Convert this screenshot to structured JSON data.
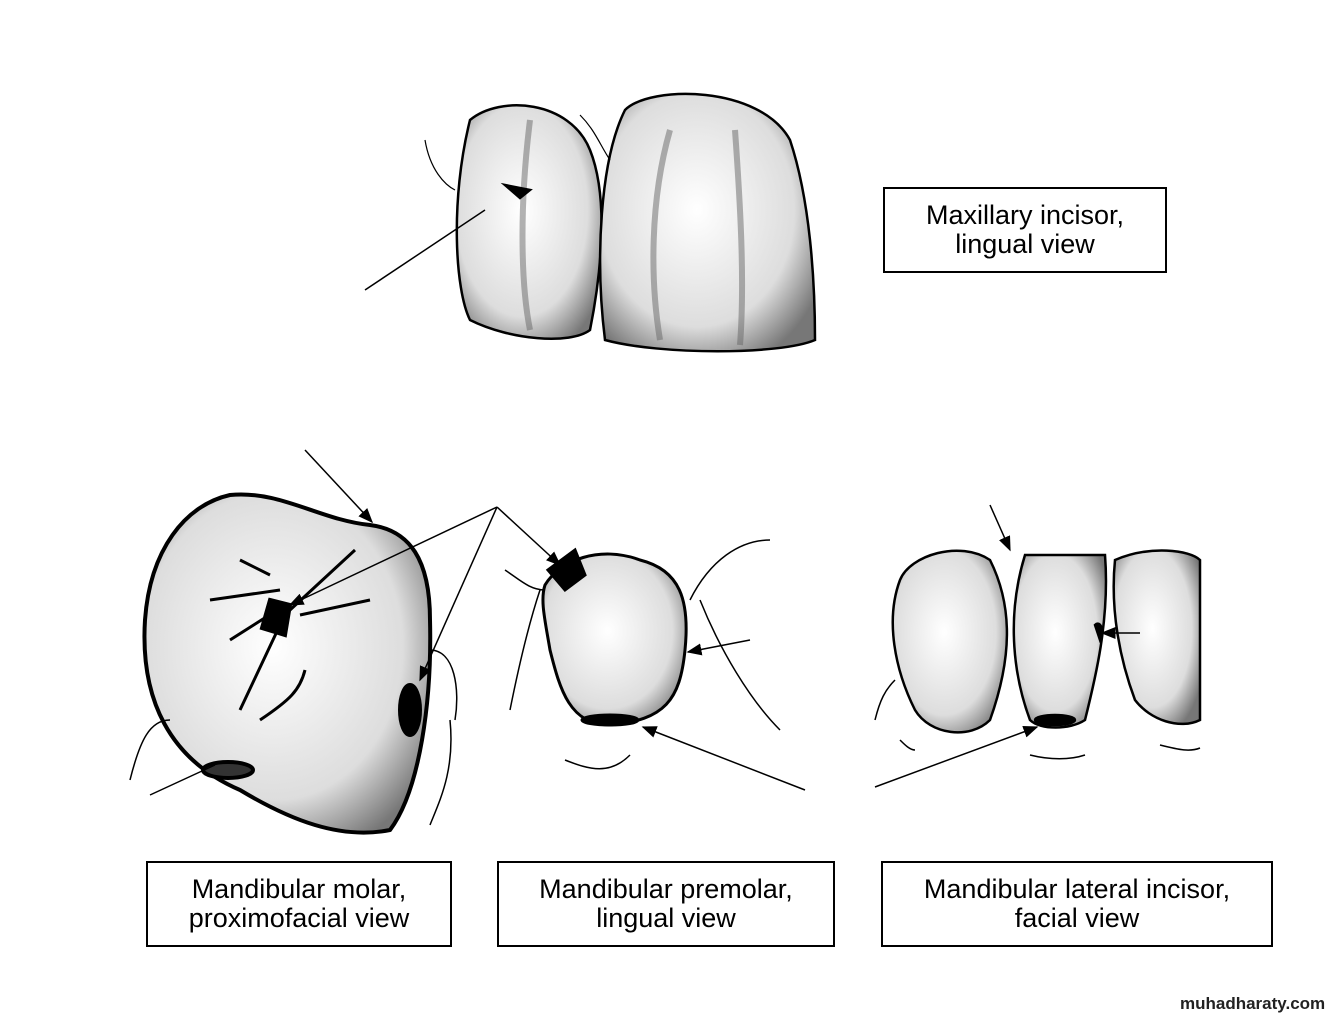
{
  "labels": {
    "maxillary_incisor": {
      "line1": "Maxillary incisor,",
      "line2": "lingual view"
    },
    "mandibular_molar": {
      "line1": "Mandibular molar,",
      "line2": "proximofacial view"
    },
    "mandibular_premolar": {
      "line1": "Mandibular premolar,",
      "line2": "lingual view"
    },
    "mandibular_lateral_incisor": {
      "line1": "Mandibular lateral incisor,",
      "line2": "facial view"
    }
  },
  "watermark": "muhadharaty.com"
}
